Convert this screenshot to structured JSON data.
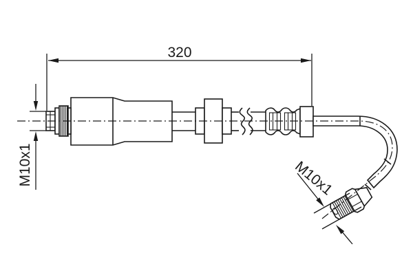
{
  "labels": {
    "length": "320",
    "thread_left": "M10x1",
    "thread_right": "M10x1"
  },
  "colors": {
    "line": "#1a1a1a",
    "background": "#ffffff"
  }
}
